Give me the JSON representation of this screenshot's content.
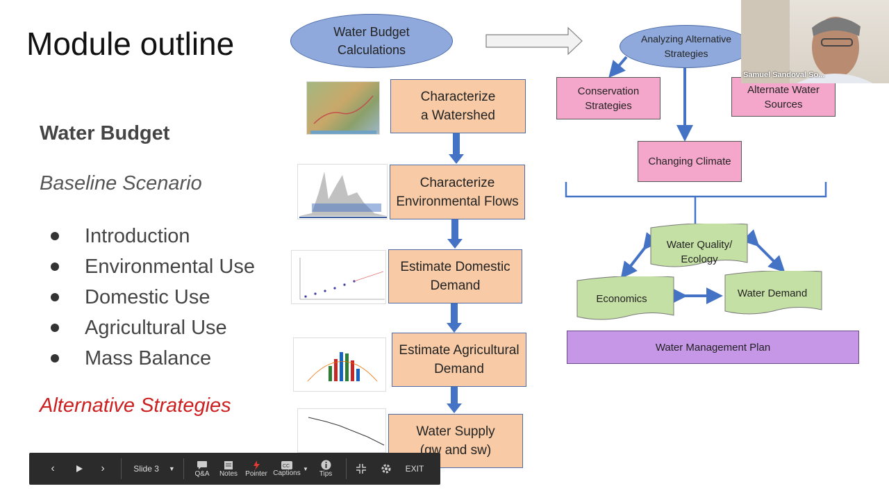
{
  "slide": {
    "title": "Module outline",
    "water_budget": "Water Budget",
    "baseline": "Baseline Scenario",
    "bullets": [
      "Introduction",
      "Environmental Use",
      "Domestic Use",
      "Agricultural Use",
      "Mass Balance"
    ],
    "alternative": "Alternative Strategies"
  },
  "flow": {
    "calc_line1": "Water Budget",
    "calc_line2": "Calculations",
    "step1_line1": "Characterize",
    "step1_line2": "a Watershed",
    "step2_line1": "Characterize",
    "step2_line2": "Environmental Flows",
    "step3_line1": "Estimate Domestic",
    "step3_line2": "Demand",
    "step4_line1": "Estimate Agricultural",
    "step4_line2": "Demand",
    "step5_line1": "Water Supply",
    "step5_line2": "(gw and sw)"
  },
  "alt": {
    "analyzing_line1": "Analyzing Alternative",
    "analyzing_line2": "Strategies",
    "conservation_line1": "Conservation",
    "conservation_line2": "Strategies",
    "alternate_line1": "Alternate Water",
    "alternate_line2": "Sources",
    "climate": "Changing Climate",
    "quality_line1": "Water Quality/",
    "quality_line2": "Ecology",
    "economics": "Economics",
    "demand": "Water Demand",
    "plan": "Water Management Plan"
  },
  "video": {
    "name": "Samuel Sandoval So..."
  },
  "toolbar": {
    "slide_label": "Slide 3",
    "qa": "Q&A",
    "notes": "Notes",
    "pointer": "Pointer",
    "captions": "Captions",
    "tips": "Tips",
    "exit": "EXIT"
  },
  "colors": {
    "orange_box": "#f8cba6",
    "pink_box": "#f4a7cb",
    "green_shape": "#c5e0a5",
    "purple_box": "#c597e6",
    "ellipse": "#8fa9dc",
    "arrow_blue": "#4472c4",
    "alt_red": "#cc1f1f"
  }
}
